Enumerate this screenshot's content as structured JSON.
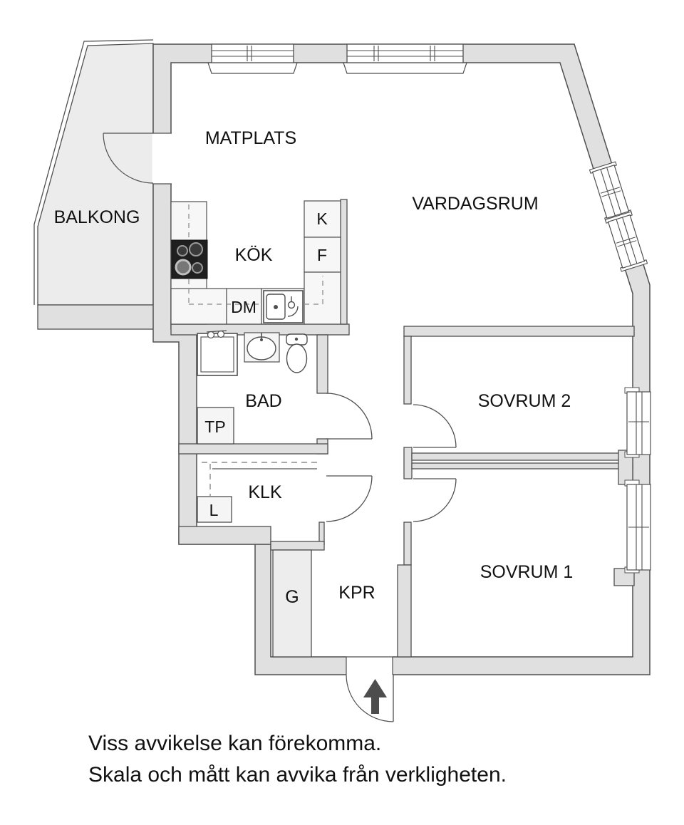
{
  "title": "Apartment floor plan",
  "labels": {
    "balkong": "BALKONG",
    "matplats": "MATPLATS",
    "vardagsrum": "VARDAGSRUM",
    "kok": "KÖK",
    "k": "K",
    "f": "F",
    "dm": "DM",
    "bad": "BAD",
    "tp": "TP",
    "klk": "KLK",
    "l": "L",
    "g": "G",
    "kpr": "KPR",
    "sovrum2": "SOVRUM 2",
    "sovrum1": "SOVRUM 1"
  },
  "disclaimer": {
    "line1": "Viss avvikelse kan förekomma.",
    "line2": "Skala och mått kan avvika från verkligheten."
  },
  "icons": {
    "entrance_arrow": "arrow-up"
  },
  "colors": {
    "wall_fill": "#e0e0e0",
    "outline": "#4f4f4f",
    "balcony_fill": "#ececec",
    "fixture_fill": "#f5f5f5",
    "cabinet_fill": "#f7f7f7",
    "stove": "#1f1f1f",
    "arrow": "#4d4d4d",
    "text": "#111111"
  }
}
